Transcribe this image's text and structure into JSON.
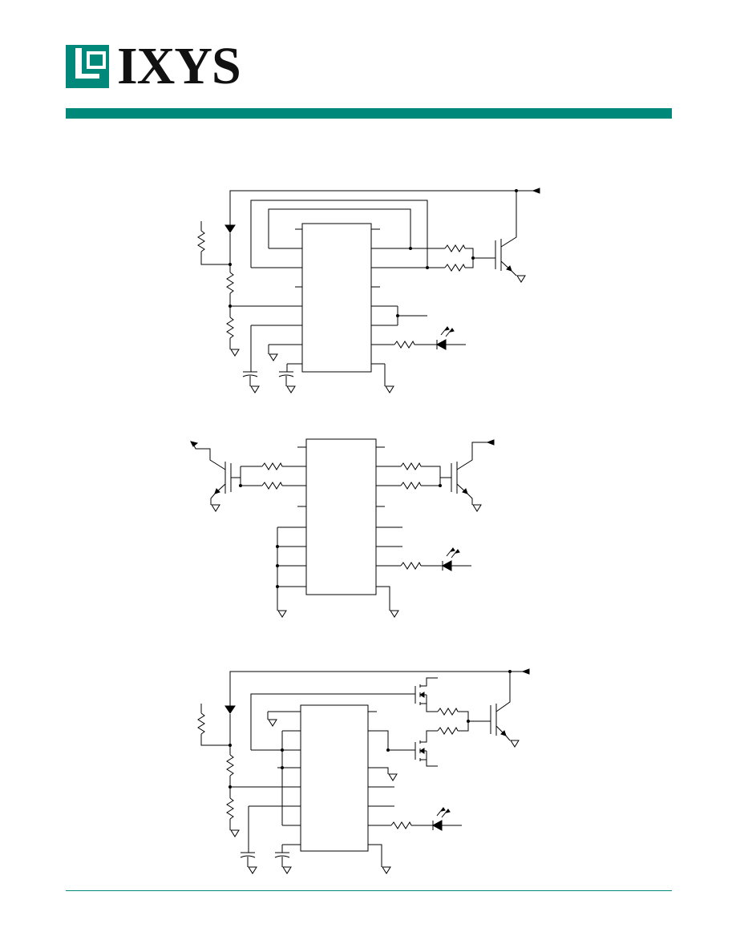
{
  "header": {
    "brand_name": "IXYS",
    "brand_color": "#00897b",
    "logo_icon": "ixys-logo-mark"
  },
  "figures": [
    {
      "name": "schematic-1"
    },
    {
      "name": "schematic-2"
    },
    {
      "name": "schematic-3"
    }
  ]
}
